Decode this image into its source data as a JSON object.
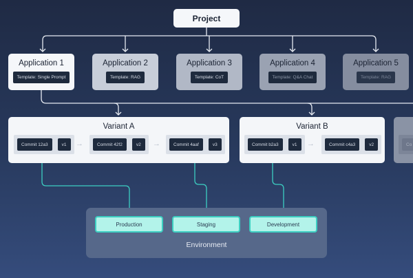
{
  "project": {
    "label": "Project"
  },
  "applications": [
    {
      "label": "Application 1",
      "template": "Template: Single Prompt"
    },
    {
      "label": "Application 2",
      "template": "Template: RAG"
    },
    {
      "label": "Application 3",
      "template": "Template: CoT"
    },
    {
      "label": "Application 4",
      "template": "Template: Q&A Chat"
    },
    {
      "label": "Application 5",
      "template": "Template: RAG"
    }
  ],
  "variants": [
    {
      "label": "Variant A",
      "commits": [
        {
          "commit": "Commit 12a3",
          "version": "v1"
        },
        {
          "commit": "Commit 42f2",
          "version": "v2"
        },
        {
          "commit": "Commit 4aaf",
          "version": "v3"
        }
      ]
    },
    {
      "label": "Variant B",
      "commits": [
        {
          "commit": "Commit b2a3",
          "version": "v1"
        },
        {
          "commit": "Commit c4a3",
          "version": "v2"
        }
      ]
    },
    {
      "partial_commit": "Co"
    }
  ],
  "environment": {
    "label": "Environment",
    "items": [
      "Production",
      "Staging",
      "Development"
    ]
  },
  "colors": {
    "teal": "#3ccfc2",
    "white": "#f5f7fa",
    "navy": "#1f2a44"
  }
}
